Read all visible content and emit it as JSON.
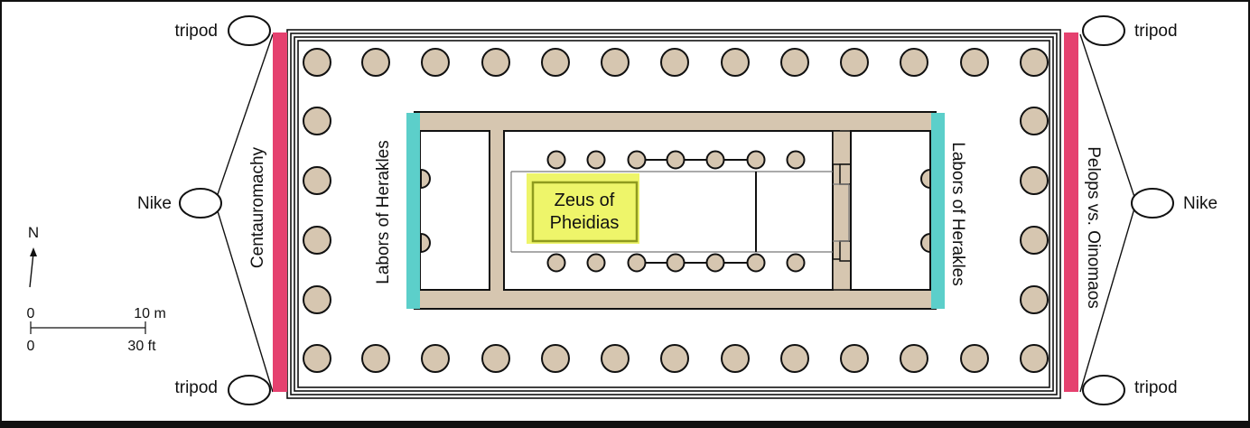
{
  "labels": {
    "tripod": "tripod",
    "nike": "Nike",
    "centauromachy": "Centauromachy",
    "pelops": "Pelops vs. Oinomaos",
    "herakles": "Labors of Herakles",
    "zeus_line1": "Zeus of",
    "zeus_line2": "Pheidias"
  },
  "compass": {
    "north": "N"
  },
  "scale": {
    "metric_zero": "0",
    "metric_end": "10 m",
    "imperial_zero": "0",
    "imperial_end": "30 ft"
  },
  "colors": {
    "frieze_west_east": "#e5416f",
    "frieze_herakles": "#5ccfca",
    "column": "#d6c6b0",
    "wall": "#d6c6b0",
    "highlight": "#eef56a",
    "zeus_text": "#6b8a1e",
    "frame": "#111111"
  }
}
